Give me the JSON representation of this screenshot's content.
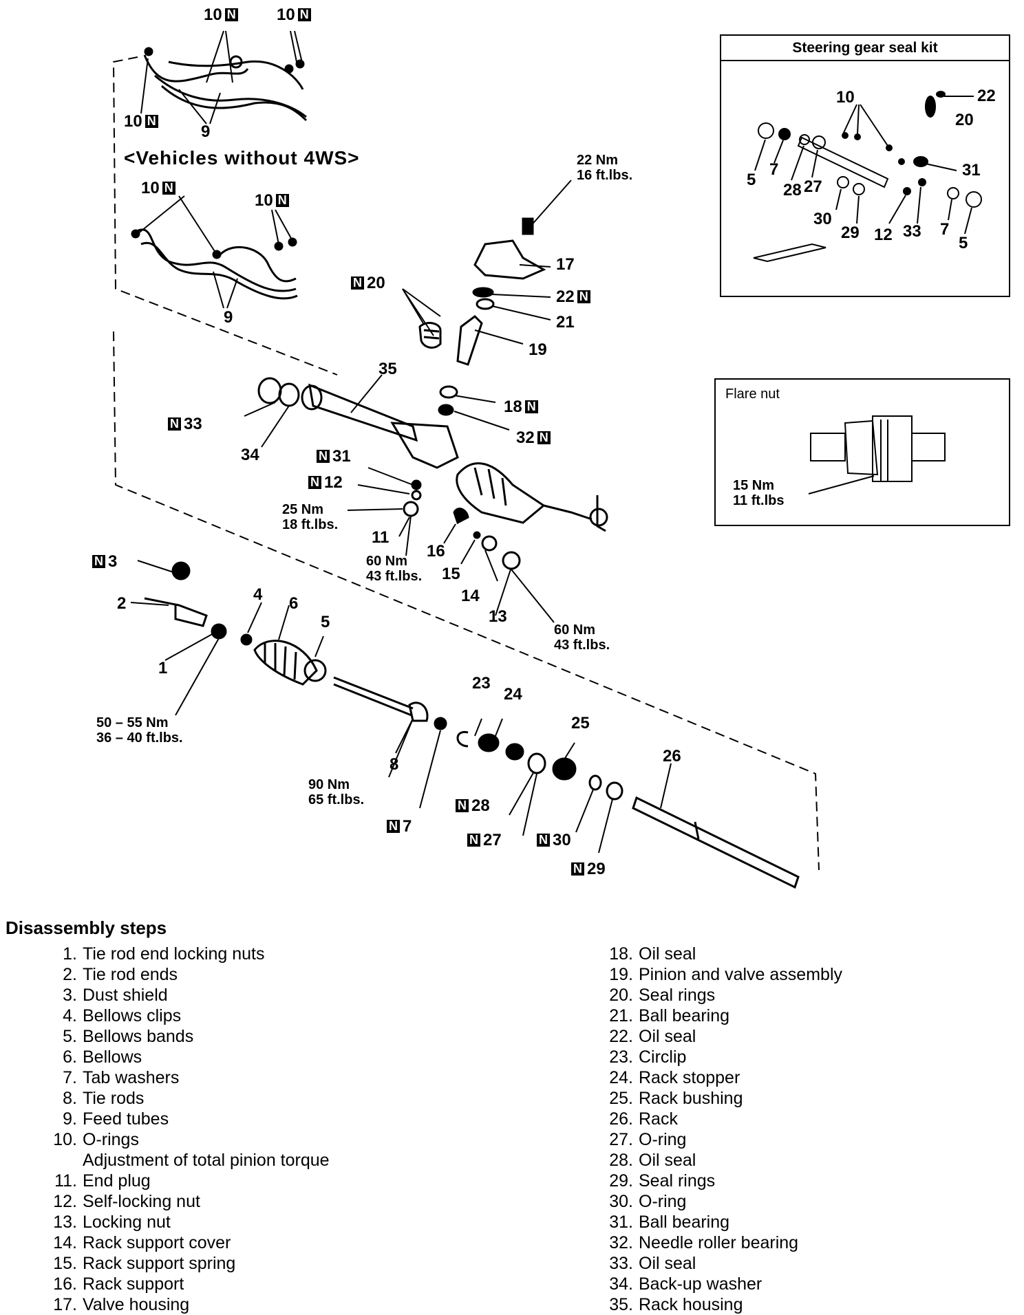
{
  "variant_label": "<Vehicles without 4WS>",
  "new_part_marker": "N",
  "callouts": {
    "top_10a": "10",
    "top_10b": "10",
    "top_10c": "10",
    "top_9": "9",
    "mid_10a": "10",
    "mid_10b": "10",
    "mid_9": "9",
    "c17": "17",
    "c22": "22",
    "c21": "21",
    "c19": "19",
    "c20": "20",
    "c35": "35",
    "c18": "18",
    "c32": "32",
    "c33": "33",
    "c34": "34",
    "c31": "31",
    "c12": "12",
    "c11": "11",
    "c16": "16",
    "c15": "15",
    "c14": "14",
    "c13": "13",
    "c3": "3",
    "c2": "2",
    "c4": "4",
    "c6": "6",
    "c5": "5",
    "c1": "1",
    "c23": "23",
    "c24": "24",
    "c25": "25",
    "c26": "26",
    "c8": "8",
    "c7": "7",
    "c28": "28",
    "c27": "27",
    "c30": "30",
    "c29": "29"
  },
  "torques": {
    "valve_housing_bolt": [
      "22 Nm",
      "16 ft.lbs."
    ],
    "self_locking_nut": [
      "25 Nm",
      "18 ft.lbs."
    ],
    "end_plug": [
      "60 Nm",
      "43 ft.lbs."
    ],
    "locking_nut": [
      "60 Nm",
      "43 ft.lbs."
    ],
    "tie_rod_end_nut": [
      "50 – 55 Nm",
      "36 – 40 ft.lbs."
    ],
    "tie_rod": [
      "90 Nm",
      "65 ft.lbs."
    ],
    "flare_nut": [
      "15 Nm",
      "11 ft.lbs"
    ]
  },
  "seal_kit_box": {
    "title": "Steering gear seal kit",
    "labels": {
      "k10": "10",
      "k22": "22",
      "k20": "20",
      "k5a": "5",
      "k7a": "7",
      "k28": "28",
      "k27": "27",
      "k31": "31",
      "k30": "30",
      "k29": "29",
      "k12": "12",
      "k33": "33",
      "k7b": "7",
      "k5b": "5"
    }
  },
  "flare_nut_box": {
    "caption": "Flare nut"
  },
  "disassembly": {
    "title": "Disassembly steps",
    "left": [
      {
        "num": "1.",
        "text": "Tie rod end locking nuts"
      },
      {
        "num": "2.",
        "text": "Tie rod ends"
      },
      {
        "num": "3.",
        "text": "Dust shield"
      },
      {
        "num": "4.",
        "text": "Bellows clips"
      },
      {
        "num": "5.",
        "text": "Bellows bands"
      },
      {
        "num": "6.",
        "text": "Bellows"
      },
      {
        "num": "7.",
        "text": "Tab washers"
      },
      {
        "num": "8.",
        "text": "Tie rods"
      },
      {
        "num": "9.",
        "text": "Feed tubes"
      },
      {
        "num": "10.",
        "text": "O-rings"
      },
      {
        "num": "",
        "text": "Adjustment of total pinion torque"
      },
      {
        "num": "11.",
        "text": "End plug"
      },
      {
        "num": "12.",
        "text": "Self-locking nut"
      },
      {
        "num": "13.",
        "text": "Locking nut"
      },
      {
        "num": "14.",
        "text": "Rack support cover"
      },
      {
        "num": "15.",
        "text": "Rack support spring"
      },
      {
        "num": "16.",
        "text": "Rack support"
      },
      {
        "num": "17.",
        "text": "Valve housing"
      }
    ],
    "right": [
      {
        "num": "18.",
        "text": "Oil seal"
      },
      {
        "num": "19.",
        "text": "Pinion and valve assembly"
      },
      {
        "num": "20.",
        "text": "Seal rings"
      },
      {
        "num": "21.",
        "text": "Ball bearing"
      },
      {
        "num": "22.",
        "text": "Oil seal"
      },
      {
        "num": "23.",
        "text": "Circlip"
      },
      {
        "num": "24.",
        "text": "Rack stopper"
      },
      {
        "num": "25.",
        "text": "Rack bushing"
      },
      {
        "num": "26.",
        "text": "Rack"
      },
      {
        "num": "27.",
        "text": "O-ring"
      },
      {
        "num": "28.",
        "text": "Oil seal"
      },
      {
        "num": "29.",
        "text": "Seal rings"
      },
      {
        "num": "30.",
        "text": "O-ring"
      },
      {
        "num": "31.",
        "text": "Ball bearing"
      },
      {
        "num": "32.",
        "text": "Needle roller bearing"
      },
      {
        "num": "33.",
        "text": "Oil seal"
      },
      {
        "num": "34.",
        "text": "Back-up washer"
      },
      {
        "num": "35.",
        "text": "Rack housing"
      }
    ]
  }
}
